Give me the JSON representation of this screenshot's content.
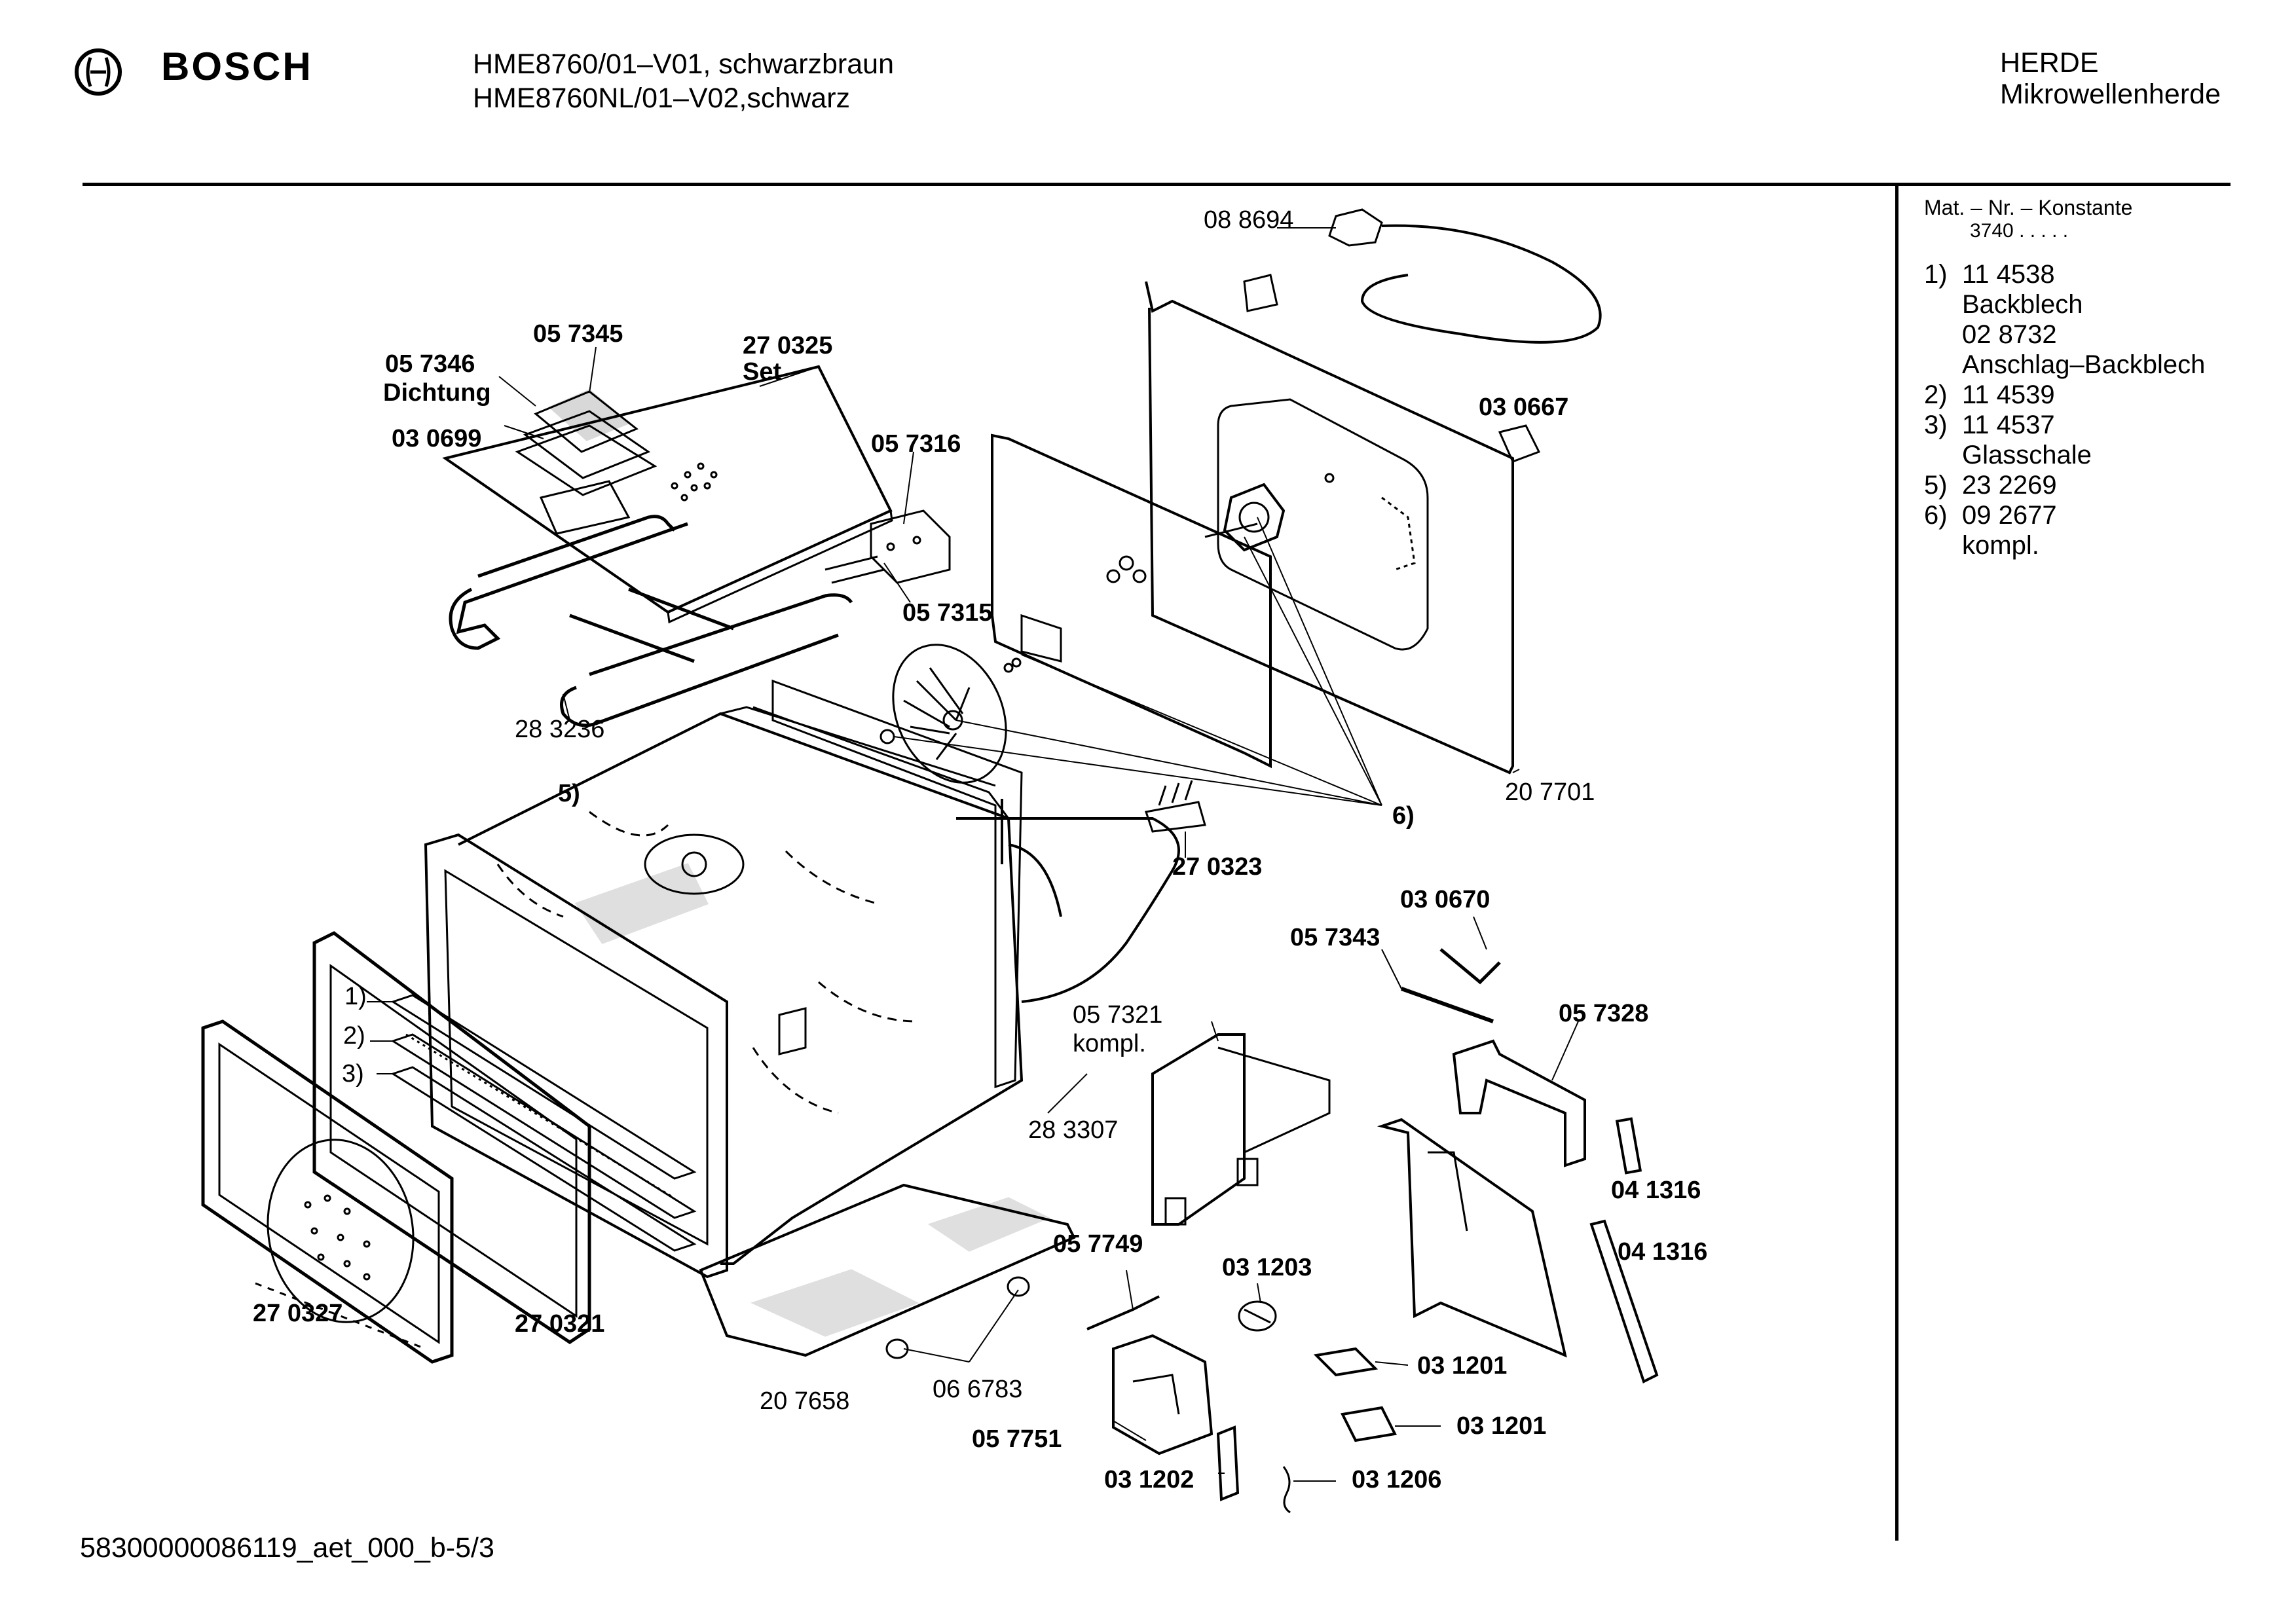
{
  "header": {
    "brand": "BOSCH",
    "model_line1": "HME8760/01–V01, schwarzbraun",
    "model_line2": "HME8760NL/01–V02,schwarz",
    "category_line1": "HERDE",
    "category_line2": "Mikrowellenherde"
  },
  "sidebar": {
    "title": "Mat. – Nr. – Konstante",
    "constant": "3740  .  .  .  .  .",
    "items": [
      {
        "num": "1)",
        "lines": [
          "11 4538",
          "Backblech",
          "02 8732",
          "Anschlag–Backblech"
        ]
      },
      {
        "num": "2)",
        "lines": [
          "11 4539"
        ]
      },
      {
        "num": "3)",
        "lines": [
          "11 4537",
          "Glasschale"
        ]
      },
      {
        "num": "5)",
        "lines": [
          "23 2269"
        ]
      },
      {
        "num": "6)",
        "lines": [
          "09 2677",
          "kompl."
        ]
      }
    ]
  },
  "labels": {
    "p088694": "08 8694",
    "p057345": "05 7345",
    "p057346": "05 7346",
    "dichtung": "Dichtung",
    "p270325": "27 0325",
    "set": "Set",
    "p030699": "03 0699",
    "p057316": "05 7316",
    "p030667": "03 0667",
    "p057315": "05 7315",
    "p283236": "28 3236",
    "c5": "5)",
    "p207701": "20 7701",
    "c6": "6)",
    "p270323": "27 0323",
    "p030670": "03 0670",
    "p057343": "05 7343",
    "p057328": "05 7328",
    "p057321": "05 7321",
    "kompl": "kompl.",
    "c1": "1)",
    "c2": "2)",
    "c3": "3)",
    "p283307": "28 3307",
    "p041316a": "04 1316",
    "p041316b": "04 1316",
    "p057749": "05 7749",
    "p031203": "03 1203",
    "p270327": "27 0327",
    "p270321": "27 0321",
    "p031201a": "03 1201",
    "p031201b": "03 1201",
    "p207658": "20 7658",
    "p066783": "06 6783",
    "p057751": "05 7751",
    "p031202": "03 1202",
    "p031206": "03 1206"
  },
  "footer": {
    "doc_id": "58300000086119_aet_000_b-5/3"
  },
  "colors": {
    "ink": "#000000",
    "paper": "#ffffff"
  }
}
